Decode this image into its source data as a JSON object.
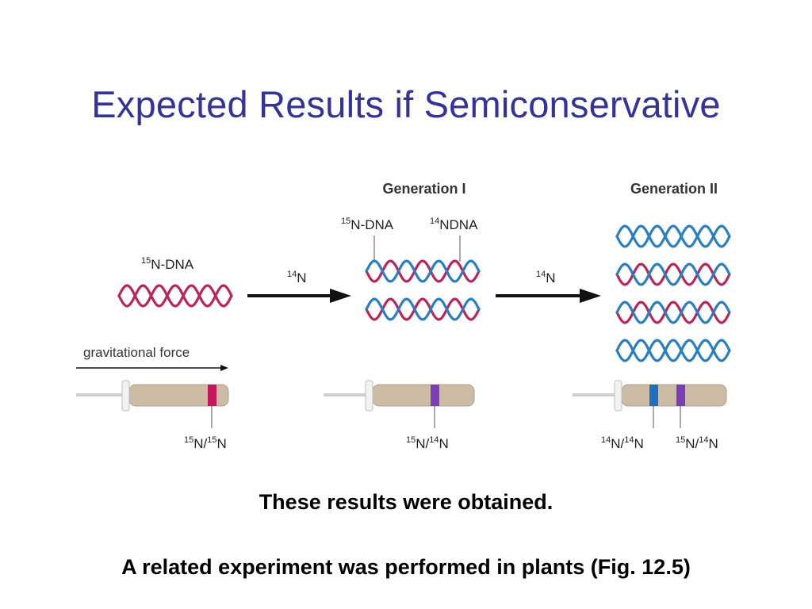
{
  "slide": {
    "title": "Expected Results if Semiconservative",
    "caption_main": "These results were obtained.",
    "caption_note": "A related experiment was performed in plants (Fig. 12.5)"
  },
  "diagram": {
    "generation_1_heading": "Generation I",
    "generation_2_heading": "Generation II",
    "parent_label": {
      "sup": "15",
      "text": "N-DNA"
    },
    "gen1_heavy_label": {
      "sup": "15",
      "text": "N-DNA"
    },
    "gen1_light_label": {
      "sup": "14",
      "text": "NDNA"
    },
    "arrow_1_label": {
      "sup": "14",
      "text": "N"
    },
    "arrow_2_label": {
      "sup": "14",
      "text": "N"
    },
    "gravity_label": "gravitational force",
    "band_parent": {
      "sup1": "15",
      "mid": "N/",
      "sup2": "15",
      "end": "N"
    },
    "band_gen1": {
      "sup1": "15",
      "mid": "N/",
      "sup2": "14",
      "end": "N"
    },
    "band_gen2_light": {
      "sup1": "14",
      "mid": "N/",
      "sup2": "14",
      "end": "N"
    },
    "band_gen2_hybrid": {
      "sup1": "15",
      "mid": "N/",
      "sup2": "14",
      "end": "N"
    }
  },
  "colors": {
    "title": "#333399",
    "heavy_strand": "#b8265a",
    "light_strand": "#2a7fc1",
    "heavy_band": "#c2185b",
    "hybrid_band": "#7b3fb5",
    "light_band": "#1f6fbf",
    "tube": "#cdbca5",
    "tube_edge": "#b2a28c"
  }
}
